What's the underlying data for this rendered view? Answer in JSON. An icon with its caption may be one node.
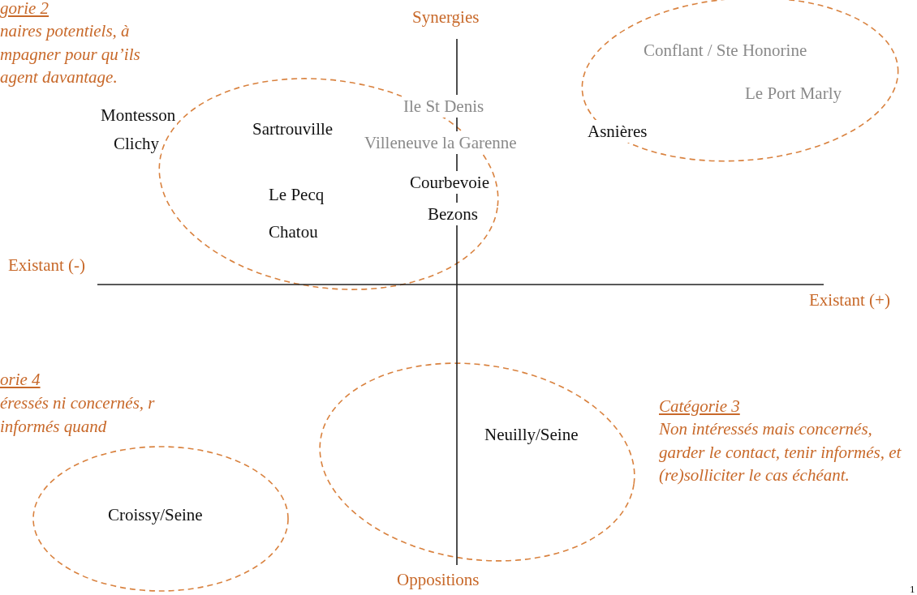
{
  "diagram": {
    "labels": [
      "gorie 2",
      "naires potentiels, à mpagner pour qu’ils agent davantage.",
      "Synergies",
      "Conflant / Ste Honorine",
      "Le Port Marly",
      "Ile St Denis",
      "Montesson",
      "Sartrouville",
      "Clichy",
      "Villeneuve la Garenne",
      "Asnières",
      "Le Pecq",
      "Courbevoie",
      "Bezons",
      "Chatou",
      "Existant (-)",
      "Existant (+)",
      "orie 4",
      "éressés ni concernés, r informés quand",
      "Catégorie 3",
      "Non intéressés mais concernés, garder le contact, tenir informés, et (re)solliciter le cas échéant.",
      "Neuilly/Seine",
      "Croissy/Seine",
      "Oppositions",
      "1"
    ]
  }
}
